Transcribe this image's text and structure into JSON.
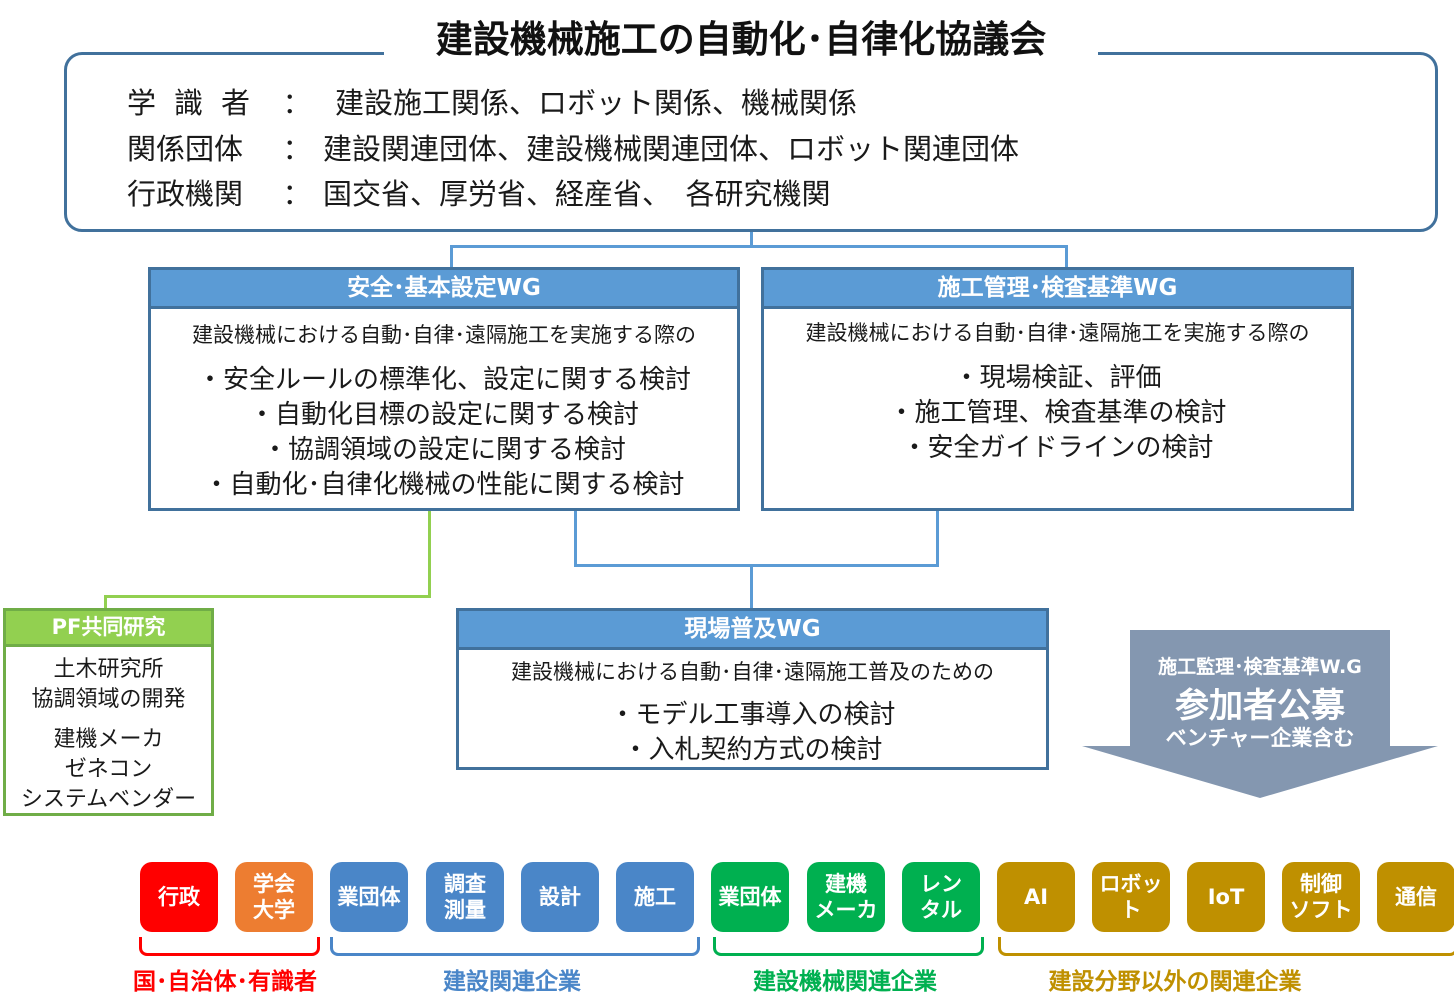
{
  "title": "建設機械施工の自動化･自律化協議会",
  "council": {
    "rows": [
      {
        "label": "学識者",
        "colon": "：",
        "value": "建設施工関係、ロボット関係、機械関係"
      },
      {
        "label": "関係団体",
        "colon": "：",
        "value": "建設関連団体、建設機械関連団体、ロボット関連団体"
      },
      {
        "label": "行政機関",
        "colon": "：",
        "value": "国交省、厚労省、経産省、　各研究機関"
      }
    ]
  },
  "wg_safety": {
    "title": "安全･基本設定WG",
    "intro": "建設機械における自動･自律･遠隔施工を実施する際の",
    "items": [
      "・安全ルールの標準化、設定に関する検討",
      "・自動化目標の設定に関する検討",
      "・協調領域の設定に関する検討",
      "・自動化･自律化機械の性能に関する検討"
    ]
  },
  "wg_construction": {
    "title": "施工管理･検査基準WG",
    "intro": "建設機械における自動･自律･遠隔施工を実施する際の",
    "items": [
      "・現場検証、評価",
      "・施工管理、検査基準の検討",
      "・安全ガイドラインの検討"
    ]
  },
  "wg_field": {
    "title": "現場普及WG",
    "intro": "建設機械における自動･自律･遠隔施工普及のための",
    "items": [
      "・モデル工事導入の検討",
      "・入札契約方式の検討"
    ]
  },
  "pf": {
    "title": "PF共同研究",
    "lines1": [
      "土木研究所",
      "協調領域の開発"
    ],
    "lines2": [
      "建機メーカ",
      "ゼネコン",
      "システムベンダー"
    ]
  },
  "recruit": {
    "line1": "施工監理･検査基準W.G",
    "line2": "参加者公募",
    "line3": "ベンチャー企業含む"
  },
  "chips": [
    {
      "label": "行政",
      "color": "#ff0000"
    },
    {
      "label": "学会\n大学",
      "color": "#ed7d31"
    },
    {
      "label": "業団体",
      "color": "#4a86c8"
    },
    {
      "label": "調査\n測量",
      "color": "#4a86c8"
    },
    {
      "label": "設計",
      "color": "#4a86c8"
    },
    {
      "label": "施工",
      "color": "#4a86c8"
    },
    {
      "label": "業団体",
      "color": "#00b050"
    },
    {
      "label": "建機\nメーカ",
      "color": "#00b050"
    },
    {
      "label": "レン\nタル",
      "color": "#00b050"
    },
    {
      "label": "AI",
      "color": "#bf9000"
    },
    {
      "label": "ロボット",
      "color": "#bf9000"
    },
    {
      "label": "IoT",
      "color": "#bf9000"
    },
    {
      "label": "制御\nソフト",
      "color": "#bf9000"
    },
    {
      "label": "通信",
      "color": "#bf9000"
    }
  ],
  "groups": [
    {
      "label": "国･自治体･有識者",
      "color": "#ff0000"
    },
    {
      "label": "建設関連企業",
      "color": "#4a86c8"
    },
    {
      "label": "建設機械関連企業",
      "color": "#00b050"
    },
    {
      "label": "建設分野以外の関連企業",
      "color": "#bf9000"
    }
  ]
}
